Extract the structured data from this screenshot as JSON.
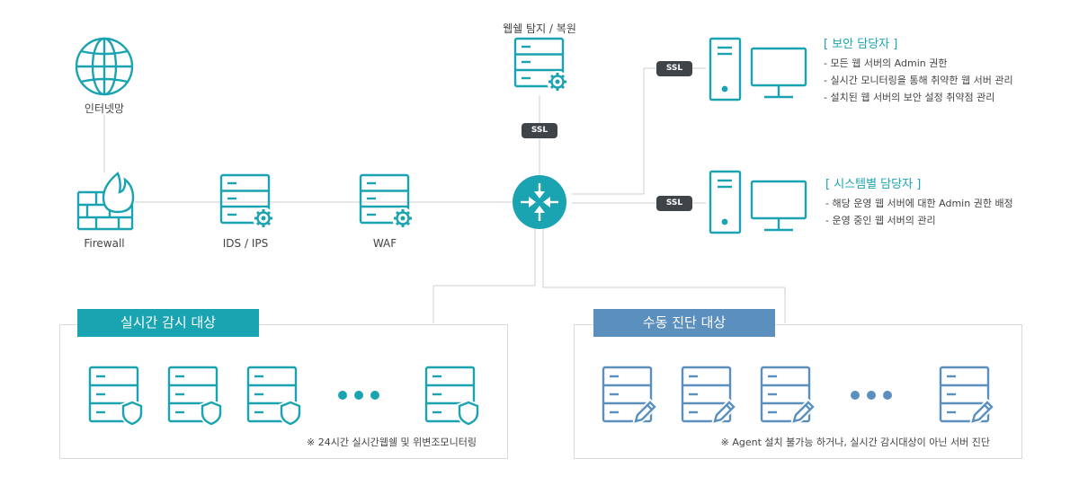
{
  "colors": {
    "teal": "#1aa3b1",
    "blue": "#5b90be",
    "dark": "#3f4449",
    "line": "#cfcfcf"
  },
  "nodes": {
    "internet": "인터넷망",
    "firewall": "Firewall",
    "ids": "IDS / IPS",
    "waf": "WAF",
    "web_detect": "웹쉘 탐지 / 복원"
  },
  "ssl": {
    "top": "SSL",
    "security": "SSL",
    "system": "SSL"
  },
  "security_admin": {
    "title": "[ 보안 담당자 ]",
    "items": [
      "- 모든 웹 서버의 Admin 권한",
      "- 실시간 모니터링을 통해 취약한 웹 서버 관리",
      "- 설치된 웹 서버의 보안 설정 취약점 관리"
    ]
  },
  "system_admin": {
    "title": "[ 시스템별 담당자 ]",
    "items": [
      "- 해당 운영 웹 서버에 대한 Admin 권한 배정",
      "- 운영 중인 웹 서버의 관리"
    ]
  },
  "realtime": {
    "title": "실시간 감시 대상",
    "note": "※ 24시간 실시간웹쉘 및 위변조모니터링"
  },
  "manual": {
    "title": "수동 진단 대상",
    "note": "※ Agent 설치 불가능 하거나, 실시간 감시대상이 아닌 서버 진단"
  },
  "icons": [
    "globe-icon",
    "firewall-icon",
    "server-gear-icon",
    "router-icon",
    "server-icon",
    "monitor-icon",
    "server-shield-icon",
    "server-edit-icon",
    "ellipsis-icon"
  ]
}
